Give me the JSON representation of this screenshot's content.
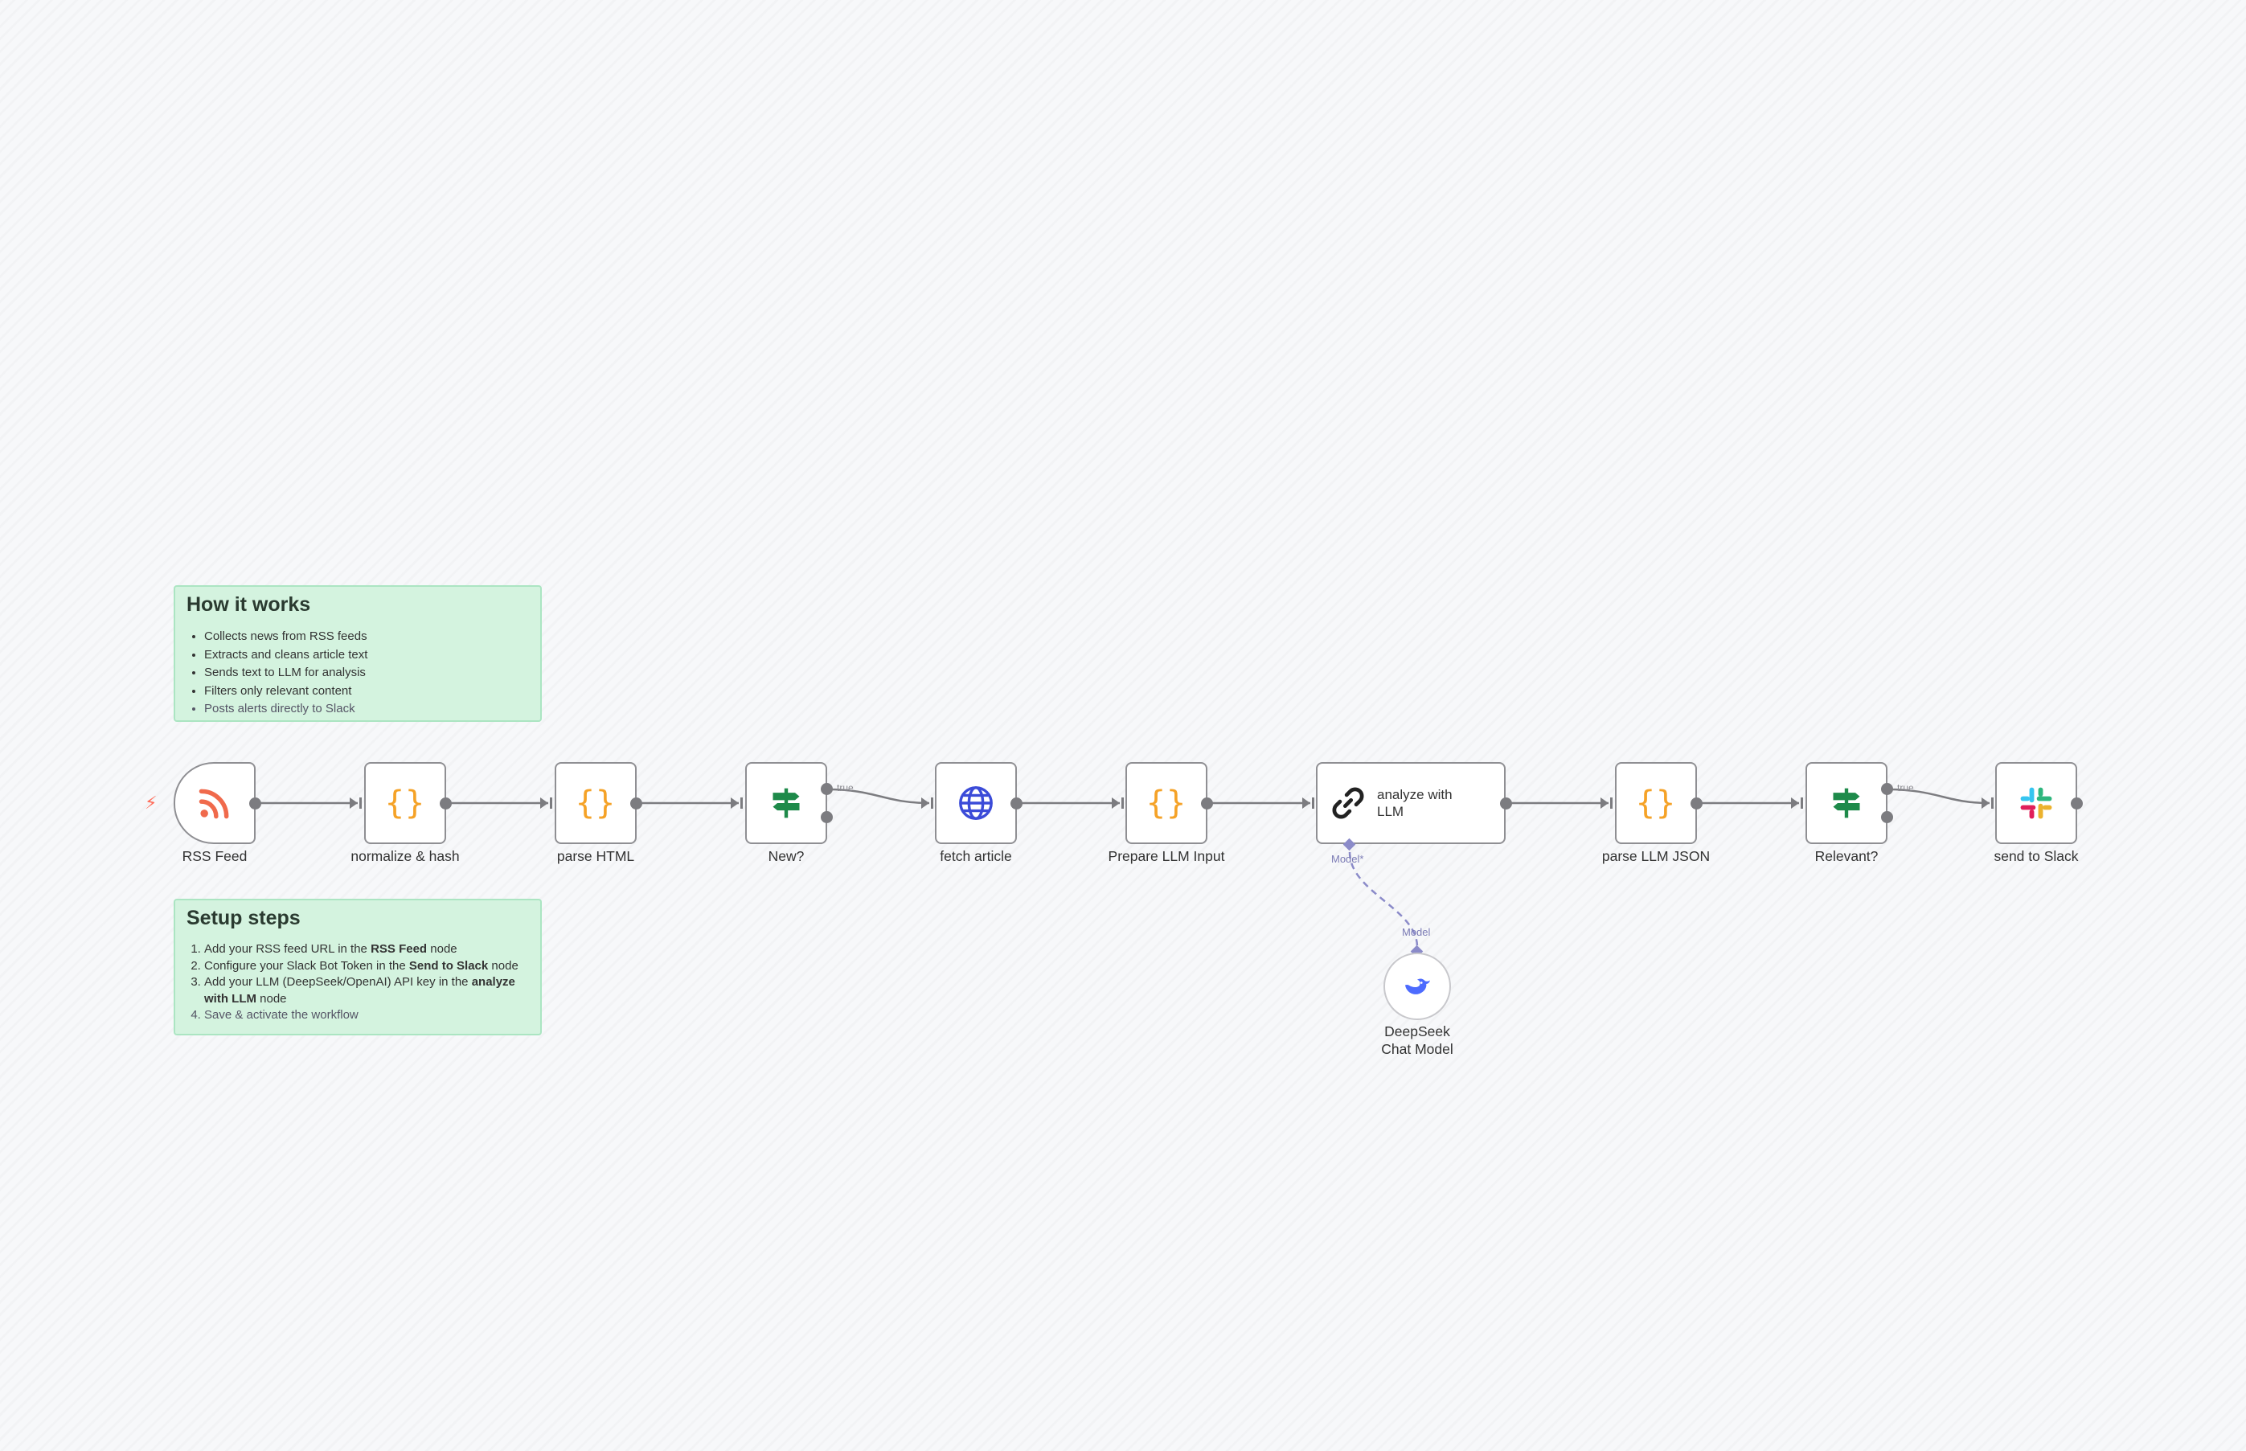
{
  "sticky_notes": {
    "how_it_works": {
      "title": "How it works",
      "items": [
        "Collects news from RSS feeds",
        "Extracts and cleans article text",
        "Sends text to LLM for analysis",
        "Filters only relevant content",
        "Posts alerts directly to Slack"
      ]
    },
    "setup_steps": {
      "title": "Setup steps",
      "steps": [
        {
          "pre": "Add your RSS feed URL in the ",
          "bold": "RSS Feed",
          "post": " node"
        },
        {
          "pre": "Configure your Slack Bot Token in the ",
          "bold": "Send to Slack",
          "post": " node"
        },
        {
          "pre": "Add your LLM (DeepSeek/OpenAI) API key in the ",
          "bold": "analyze with LLM",
          "post": " node"
        },
        {
          "pre": "Save & activate the workflow",
          "bold": "",
          "post": ""
        }
      ]
    }
  },
  "nodes": {
    "rss_feed": {
      "label": "RSS Feed",
      "icon": "rss-icon"
    },
    "normalize": {
      "label": "normalize & hash",
      "icon": "code-braces-icon"
    },
    "parse_html": {
      "label": "parse HTML",
      "icon": "code-braces-icon"
    },
    "new_check": {
      "label": "New?",
      "icon": "signpost-icon"
    },
    "fetch_article": {
      "label": "fetch article",
      "icon": "globe-icon"
    },
    "prepare_llm": {
      "label": "Prepare LLM Input",
      "icon": "code-braces-icon"
    },
    "analyze_llm": {
      "label": "analyze with LLM",
      "icon": "chain-link-icon"
    },
    "parse_llm_json": {
      "label": "parse LLM JSON",
      "icon": "code-braces-icon"
    },
    "relevant_check": {
      "label": "Relevant?",
      "icon": "signpost-icon"
    },
    "send_slack": {
      "label": "send to Slack",
      "icon": "slack-icon"
    },
    "deepseek": {
      "label": "DeepSeek Chat Model",
      "icon": "deepseek-whale-icon"
    }
  },
  "connection_labels": {
    "true_new": "true",
    "true_relevant": "true",
    "model_required": "Model*",
    "model": "Model"
  },
  "colors": {
    "brace": "#f5a227",
    "signpost": "#1e8a4a",
    "globe": "#3b4bd8",
    "rss": "#f06a4c",
    "trigger_bolt": "#ff6d5a",
    "sticky_bg": "#d4f3df",
    "ai_connection": "#8b8bc9"
  }
}
